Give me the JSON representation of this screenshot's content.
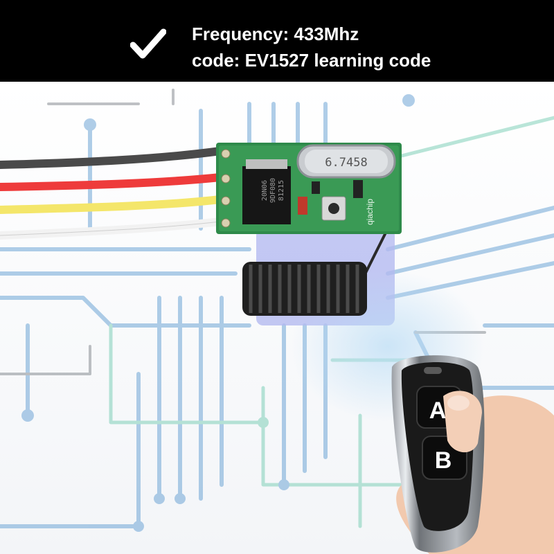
{
  "banner": {
    "line1": "Frequency: 433Mhz",
    "line2": "code: EV1527 learning code",
    "icon": "checkmark-icon"
  },
  "product": {
    "crystal_label": "6.7458",
    "chip_label_line1": "20N06",
    "chip_label_line2": "9DF080",
    "chip_label_line3": "81215",
    "board_brand": "qiachip",
    "remote_button_a": "A",
    "remote_button_b": "B"
  },
  "colors": {
    "banner_bg": "#000000",
    "banner_text": "#ffffff",
    "board_green": "#2e8a4a",
    "circuit_blue": "#6fa6d6",
    "circuit_green": "#7fd0b8"
  }
}
